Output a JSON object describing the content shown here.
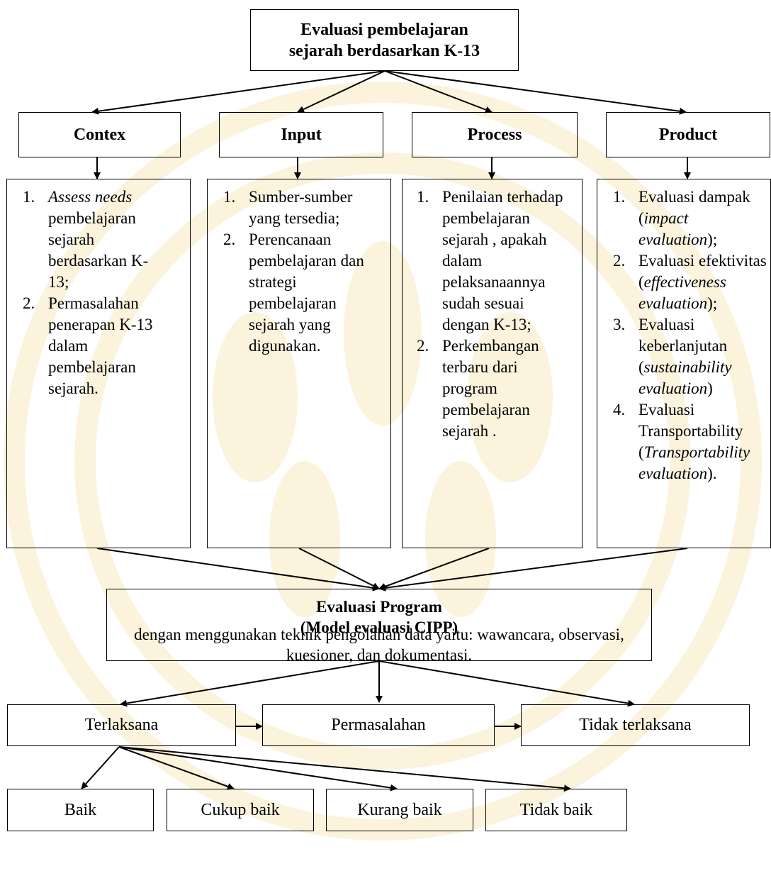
{
  "diagram": {
    "top": {
      "line1": "Evaluasi pembelajaran",
      "line2": "sejarah berdasarkan K-13"
    },
    "components": [
      {
        "title": "Contex",
        "items": [
          {
            "num": "1.",
            "lead_italic": "Assess needs",
            "text": " pembelajaran sejarah berdasarkan K-13;"
          },
          {
            "num": "2.",
            "lead_italic": "",
            "text": "Permasalahan penerapan K-13 dalam pembelajaran sejarah."
          }
        ]
      },
      {
        "title": "Input",
        "items": [
          {
            "num": "1.",
            "text": "Sumber-sumber yang tersedia;"
          },
          {
            "num": "2.",
            "text": "Perencanaan pembelajaran dan strategi pembelajaran sejarah yang digunakan."
          }
        ]
      },
      {
        "title": "Process",
        "items": [
          {
            "num": "1.",
            "text": "Penilaian terhadap pembelajaran sejarah , apakah dalam pelaksanaannya sudah sesuai dengan K-13;"
          },
          {
            "num": "2.",
            "text": "Perkembangan terbaru dari program pembelajaran sejarah ."
          }
        ]
      },
      {
        "title": "Product",
        "items": [
          {
            "num": "1.",
            "text": "Evaluasi dampak (",
            "italic": "impact evaluation",
            "tail": ");"
          },
          {
            "num": "2.",
            "text": "Evaluasi efektivitas (",
            "italic": "effectiveness evaluation",
            "tail": ");"
          },
          {
            "num": "3.",
            "text": "Evaluasi keberlanjutan (",
            "italic": "sustainability evaluation",
            "tail": ")"
          },
          {
            "num": "4.",
            "text": "Evaluasi Transportability (",
            "italic": "Transportability evaluation",
            "tail": ")."
          }
        ]
      }
    ],
    "program": {
      "title": "Evaluasi Program",
      "subtitle": "(Model evaluasi CIPP)",
      "desc": "dengan menggunakan teknik pengolahan data yaitu: wawancara, observasi, kuesioner, dan dokumentasi."
    },
    "outcomes": [
      "Terlaksana",
      "Permasalahan",
      "Tidak terlaksana"
    ],
    "ratings": [
      "Baik",
      "Cukup baik",
      "Kurang baik",
      "Tidak baik"
    ]
  }
}
